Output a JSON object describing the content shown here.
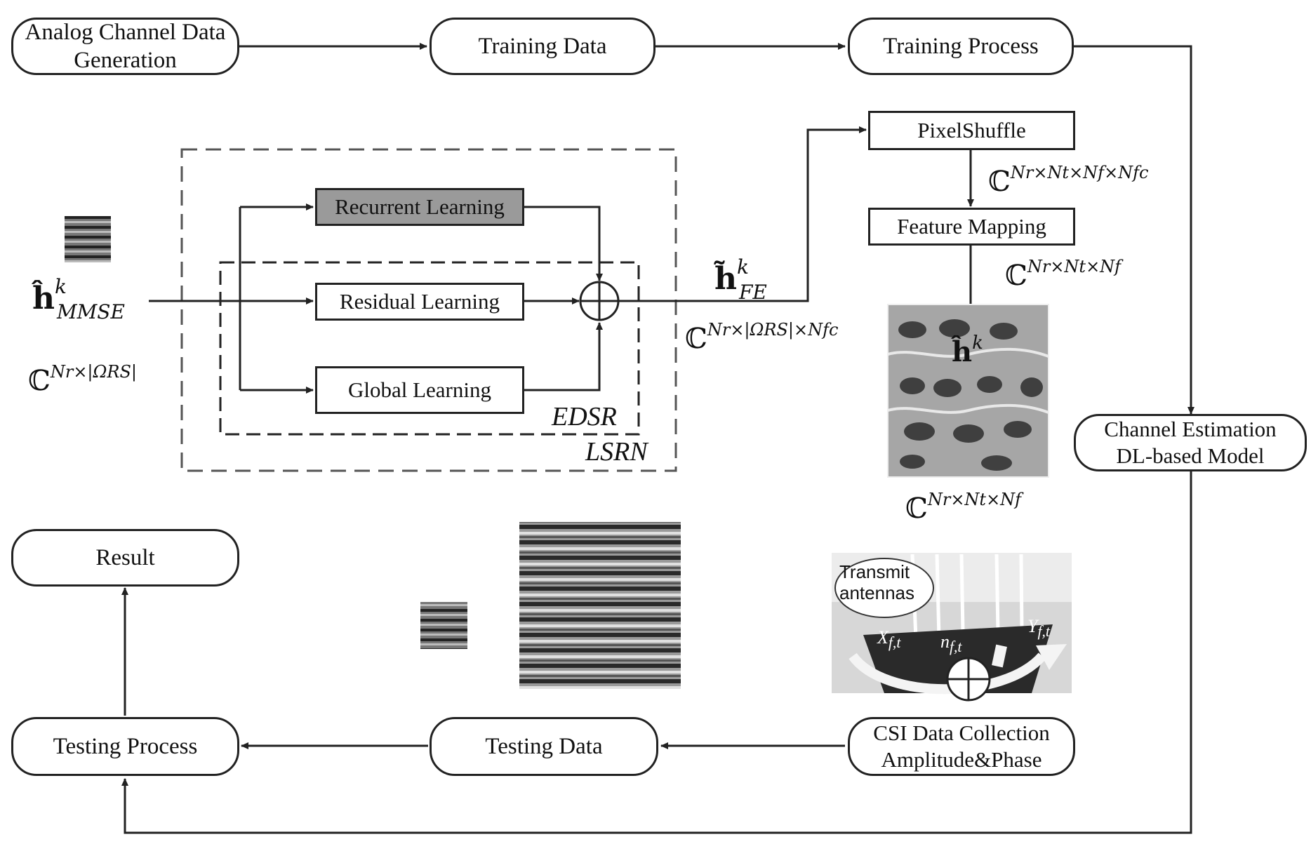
{
  "nodes": {
    "analog": "Analog Channel Data Generation",
    "analog_l1": "Analog Channel Data",
    "analog_l2": "Generation",
    "training_data": "Training Data",
    "training_process": "Training Process",
    "pixelshuffle": "PixelShuffle",
    "feature_mapping": "Feature Mapping",
    "recurrent": "Recurrent Learning",
    "residual": "Residual Learning",
    "global": "Global Learning",
    "channel_est_l1": "Channel Estimation",
    "channel_est_l2": "DL-based Model",
    "result": "Result",
    "testing_process": "Testing Process",
    "testing_data": "Testing Data",
    "csi_l1": "CSI Data Collection",
    "csi_l2": "Amplitude&Phase"
  },
  "groups": {
    "edsr": "EDSR",
    "lsrn": "LSRN"
  },
  "math": {
    "h_mmse_base": "ĥ",
    "h_mmse_sup": "k",
    "h_mmse_sub": "MMSE",
    "h_fe_base": "h̃",
    "h_fe_sup": "k",
    "h_fe_sub": "FE",
    "h_k_base": "ĥ",
    "h_k_sup": "k",
    "dim_input": "ℂ",
    "dim_input_sup": "Nr×|ΩRS|",
    "dim_fe": "ℂ",
    "dim_fe_sup": "Nr×|ΩRS|×Nfc",
    "dim_ps": "ℂ",
    "dim_ps_sup": "Nr×Nt×Nf×Nfc",
    "dim_fm": "ℂ",
    "dim_fm_sup": "Nr×Nt×Nf",
    "dim_out": "ℂ",
    "dim_out_sup": "Nr×Nt×Nf"
  },
  "photo": {
    "caption_l1": "Transmit",
    "caption_l2": "antennas",
    "x_label": "X",
    "x_sub": "f,t",
    "n_label": "n",
    "n_sub": "f,t",
    "y_label": "Y",
    "y_sub": "f,t"
  }
}
